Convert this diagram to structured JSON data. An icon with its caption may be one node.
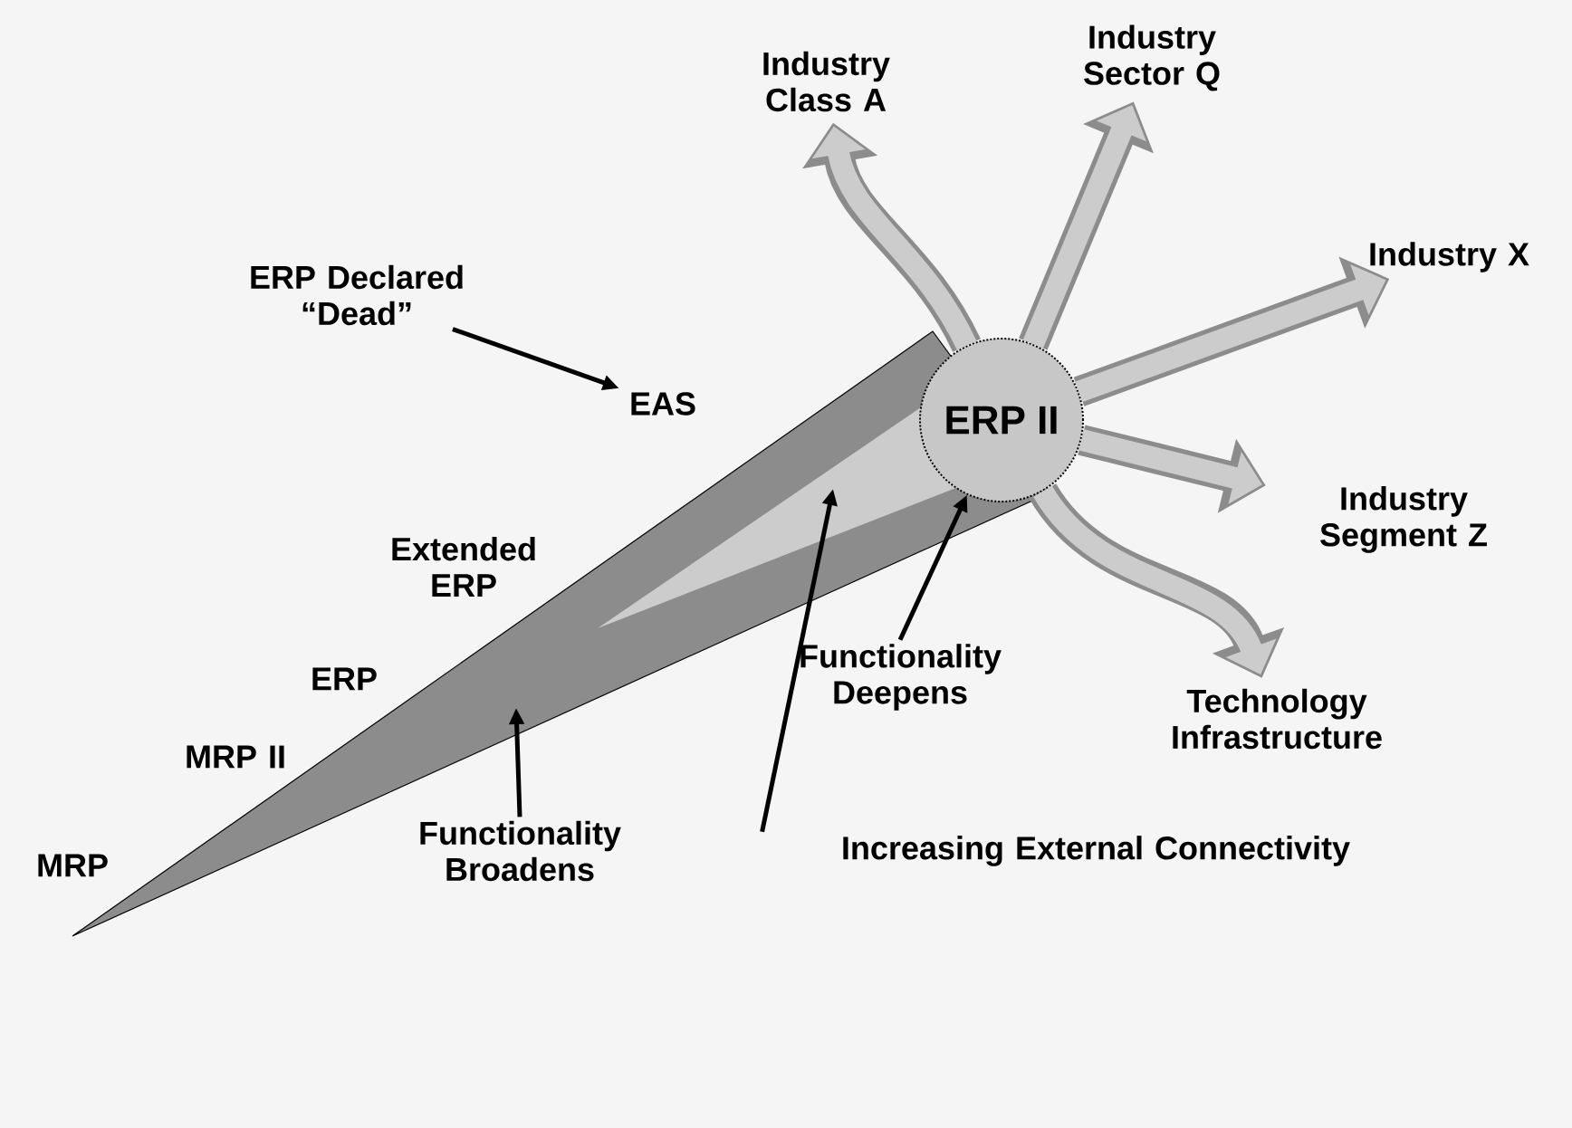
{
  "diagram": {
    "nodes": [
      {
        "text": [
          "ERP II"
        ]
      },
      {
        "text": [
          "Industry Class A"
        ]
      },
      {
        "text": [
          "Industry Sector Q"
        ]
      },
      {
        "text": [
          "Industry X"
        ]
      },
      {
        "text": [
          "Industry Segment Z"
        ]
      },
      {
        "text": [
          "Technology Infrastructure"
        ]
      },
      {
        "text": [
          "ERP Declared “Dead”"
        ]
      },
      {
        "text": [
          "EAS"
        ]
      },
      {
        "text": [
          "Functionality Broadens"
        ]
      },
      {
        "text": [
          "Functionality Deepens"
        ]
      },
      {
        "text": [
          "Increasing External Connectivity"
        ]
      }
    ],
    "edges": [
      {
        "from": 0,
        "to": 1,
        "arrow": "to"
      },
      {
        "from": 0,
        "to": 2,
        "arrow": "to"
      },
      {
        "from": 0,
        "to": 3,
        "arrow": "to"
      },
      {
        "from": 0,
        "to": 4,
        "arrow": "to"
      },
      {
        "from": 0,
        "to": 5,
        "arrow": "to"
      },
      {
        "from": 6,
        "to": 7,
        "arrow": "to",
        "color": "#000000"
      },
      {
        "from": 8,
        "to": null,
        "arrow": "to",
        "color": "#000000"
      },
      {
        "from": 10,
        "to": null,
        "arrow": "to",
        "color": "#000000"
      },
      {
        "from": 9,
        "to": 0,
        "arrow": "to",
        "color": "#000000"
      }
    ],
    "labels": [
      "Extended ERP",
      "ERP",
      "MRP II",
      "MRP"
    ]
  }
}
